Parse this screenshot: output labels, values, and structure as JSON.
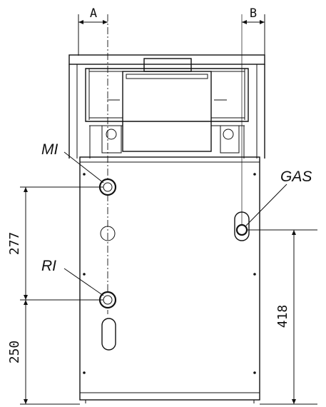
{
  "dimensions": {
    "a_label": "A",
    "b_label": "B",
    "d277": "277",
    "d250": "250",
    "d418": "418"
  },
  "connections": {
    "mi": "MI",
    "ri": "RI",
    "gas": "GAS"
  }
}
